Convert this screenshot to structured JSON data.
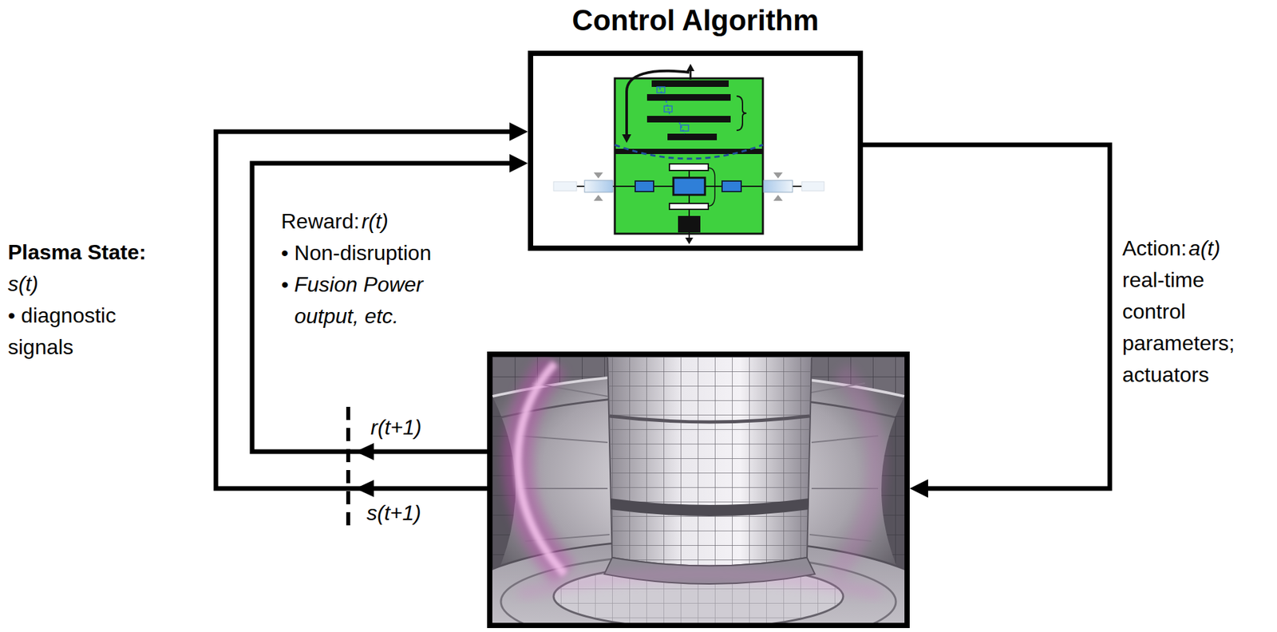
{
  "diagram": {
    "nodes": [
      {
        "text": [
          "Control Algorithm"
        ]
      },
      {
        "text": []
      }
    ],
    "edges": [
      {
        "from": 1,
        "to": 0,
        "arrow": "to",
        "label": "s(t+1)"
      },
      {
        "from": 1,
        "to": 0,
        "arrow": "to",
        "label": "r(t+1)"
      },
      {
        "from": 0,
        "to": 1,
        "arrow": "to"
      }
    ],
    "labels": [
      "Plasma State:",
      "s(t)",
      "• diagnostic signals",
      "Reward:",
      "r(t)",
      "• Non-disruption",
      "• Fusion Power output, etc.",
      "Action:",
      "a(t)",
      "real-time control parameters; actuators"
    ]
  }
}
